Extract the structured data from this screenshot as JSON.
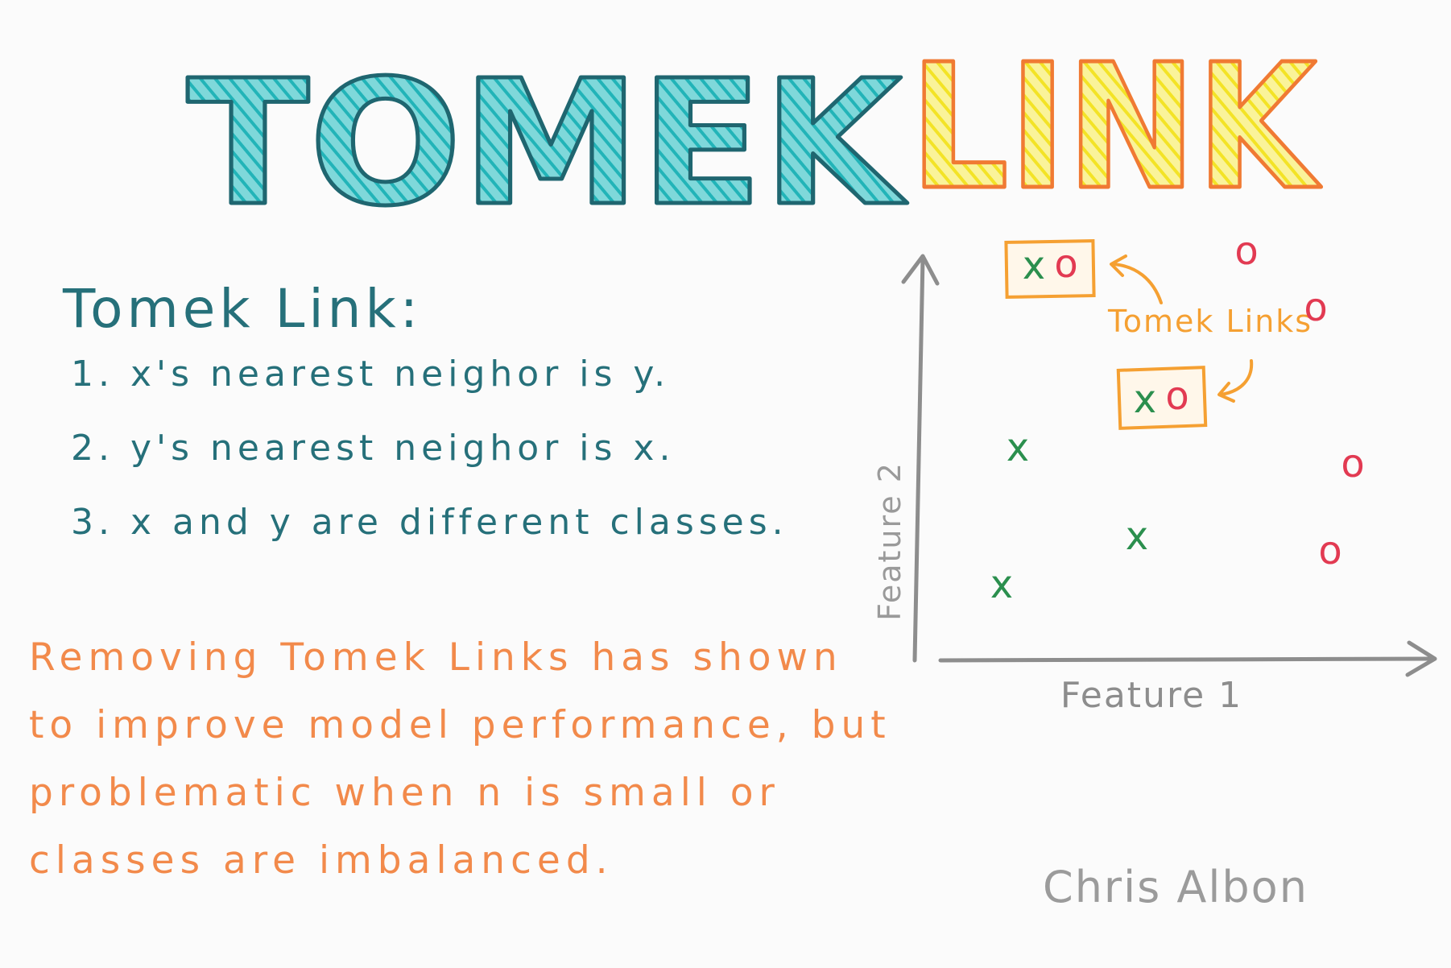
{
  "title": {
    "word1": "TOMEK",
    "word2": "LINK",
    "colors": {
      "word1_fill": "#2cc0c4",
      "word1_outline": "#1f6670",
      "word2_fill": "#f7ea2b",
      "word2_outline": "#f07a33"
    }
  },
  "definition": {
    "heading": "Tomek Link:",
    "items": [
      "1. x's nearest neighor is y.",
      "2. y's nearest neighor is x.",
      "3. x and y are different classes."
    ],
    "color": "#26707a"
  },
  "note": {
    "lines": [
      "Removing Tomek Links has shown",
      "to improve model performance, but",
      "problematic when n is small or",
      "classes are imbalanced."
    ],
    "color": "#f28a4b"
  },
  "plot": {
    "xlabel": "Feature 1",
    "ylabel": "Feature 2",
    "annotation": "Tomek Links",
    "colors": {
      "x_class": "#2b8f4e",
      "o_class": "#e23a52",
      "axis": "#8d8d8d",
      "highlight": "#f5a032"
    },
    "x_class_label": "x",
    "o_class_label": "o"
  },
  "signature": "Chris Albon"
}
